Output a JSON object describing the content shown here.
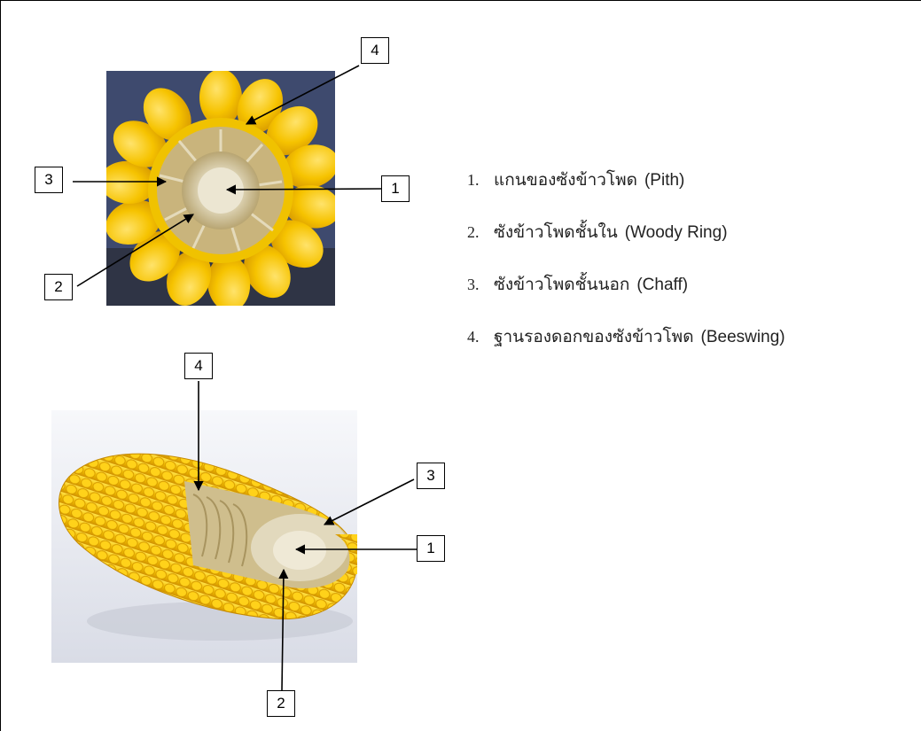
{
  "callouts": {
    "top": [
      "1",
      "2",
      "3",
      "4"
    ],
    "bottom": [
      "1",
      "2",
      "3",
      "4"
    ]
  },
  "legend": [
    {
      "num": "1.",
      "thai": "แกนของซังข้าวโพด",
      "en": "(Pith)"
    },
    {
      "num": "2.",
      "thai": "ซังข้าวโพดชั้นใน",
      "en": "(Woody Ring)"
    },
    {
      "num": "3.",
      "thai": "ซังข้าวโพดชั้นนอก",
      "en": "(Chaff)"
    },
    {
      "num": "4.",
      "thai": "ฐานรองดอกของซังข้าวโพด",
      "en": "(Beeswing)"
    }
  ],
  "colors": {
    "kernel": "#f6c300",
    "kernel_dark": "#d89a00",
    "pith": "#e6dfc8",
    "chaff": "#cdbb8a",
    "denim": "#3e4a6e",
    "photo_bg": "#eef0f6"
  }
}
